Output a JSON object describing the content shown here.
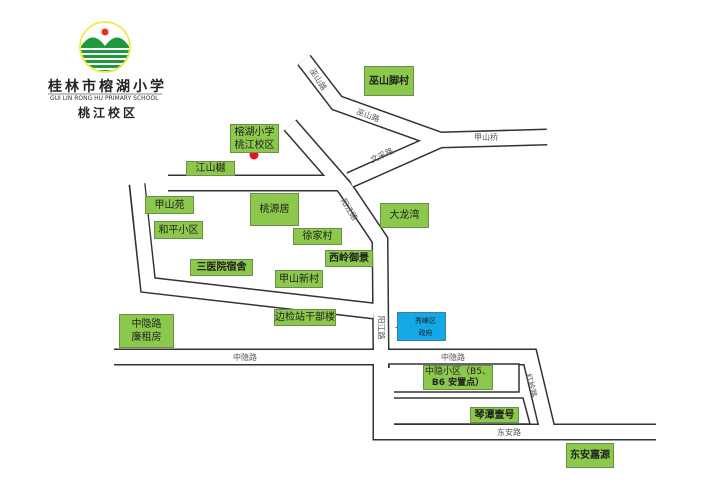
{
  "logo": {
    "name_cn": "桂林市榕湖小学",
    "name_en": "GUI LIN RONG HU PRIMARY SCHOOL",
    "campus": "桃江校区",
    "colors": {
      "green": "#1e9a3c",
      "sun": "#e8321e",
      "ring": "#f2e62a"
    }
  },
  "roads": {
    "wushan_1": "巫山路",
    "wushan_2": "巫山路",
    "jiashan_bridge": "甲山桥",
    "wencai": "文采路",
    "yangjiang_1": "阳江路",
    "yangjiang_2": "阳江路",
    "zhongyin_1": "中隐路",
    "zhongyin_2": "中隐路",
    "hongling": "红岭路",
    "dongan": "东安路"
  },
  "places": {
    "wushanjiaocun": "巫山脚村",
    "school_line1": "榕湖小学",
    "school_line2": "桃江校区",
    "jiangshanyue": "江山樾",
    "jiashanyuan": "甲山苑",
    "hepingxiaoqu": "和平小区",
    "taoyuanju": "桃源居",
    "xujiacun": "徐家村",
    "dalongwan": "大龙湾",
    "xilingyujing": "西岭御景",
    "sanyiyuan": "三医院宿舍",
    "jiashanxincun": "甲山新村",
    "bianjianzhan": "边检站干部楼",
    "lianzufang_line1": "中隐路",
    "lianzufang_line2": "廉租房",
    "gov_line1": "秀峰区",
    "gov_line2": "政府",
    "zhongyinxiaoqu_line1": "中隐小区（B5、",
    "zhongyinxiaoqu_line2": "B6 安置点）",
    "qintan": "琴潭壹号",
    "donganjiayuan": "东安嘉源"
  },
  "colors": {
    "place": "#8cc84b",
    "gov": "#14a8e6",
    "marker": "#e8141e"
  }
}
